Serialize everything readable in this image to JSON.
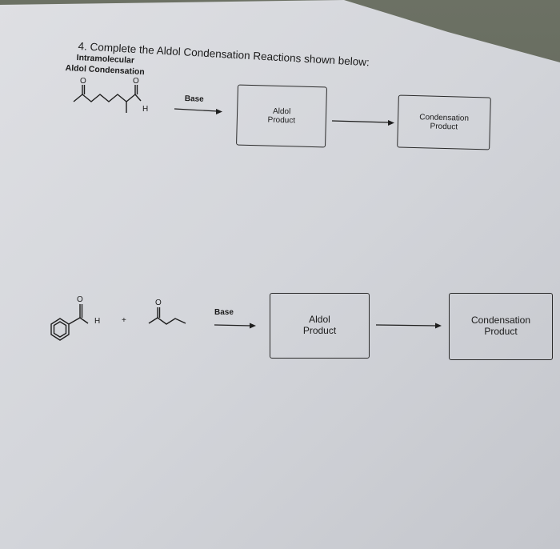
{
  "question": {
    "number": "4.",
    "text": "Complete the Aldol Condensation Reactions shown below:",
    "subtitle_line1": "Intramolecular",
    "subtitle_line2": "Aldol Condensation"
  },
  "reaction1": {
    "reagent": "Base",
    "aldol_box": {
      "line1": "Aldol",
      "line2": "Product"
    },
    "condensation_box": {
      "line1": "Condensation",
      "line2": "Product"
    },
    "aldehyde_atom": "H"
  },
  "reaction2": {
    "reagent": "Base",
    "plus": "+",
    "aldol_box": {
      "line1": "Aldol",
      "line2": "Product"
    },
    "condensation_box": {
      "line1": "Condensation",
      "line2": "Product"
    },
    "aldehyde_atom": "H"
  }
}
